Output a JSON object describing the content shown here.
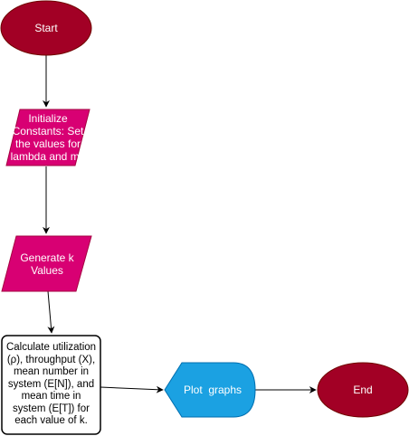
{
  "flowchart": {
    "start_label": "Start",
    "initialize_label": "Initialize\nConstants: Set\nthe values for\nlambda and mu",
    "generate_label": "Generate k\nValues",
    "calculate_label": "Calculate utilization\n(ρ), throughput (X),\nmean number in\nsystem (E[N]), and\nmean time in\nsystem (E[T]) for\neach value of k.",
    "plot_label": "Plot  graphs",
    "end_label": "End"
  },
  "colors": {
    "terminal_fill": "#a20025",
    "terminal_stroke": "#6f0000",
    "io_fill": "#d80073",
    "io_stroke": "#a50040",
    "process_fill": "#ffffff",
    "process_stroke": "#000000",
    "display_fill": "#1ba1e2",
    "display_stroke": "#006eaf",
    "connector": "#000000"
  }
}
